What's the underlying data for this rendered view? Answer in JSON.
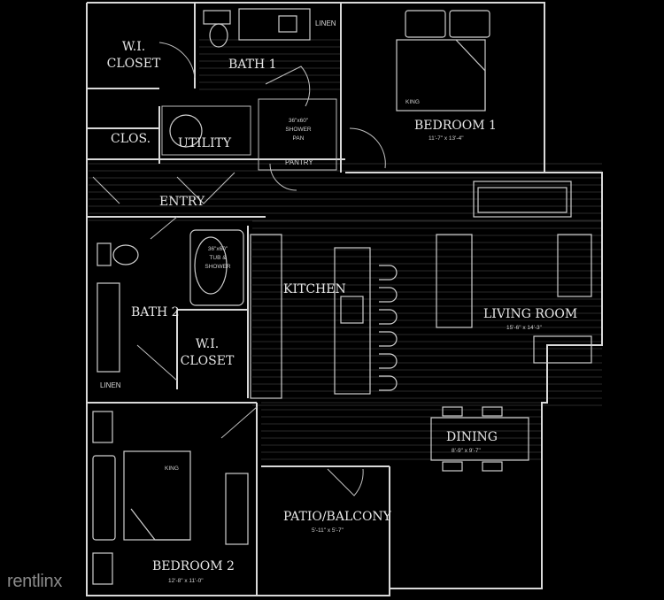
{
  "rooms": {
    "wi_closet_1": [
      "W.I.",
      "CLOSET"
    ],
    "bath_1": "BATH 1",
    "linen_1": "LINEN",
    "bedroom_1": {
      "name": "BEDROOM 1",
      "dims": "11'-7\" x 13'-4\""
    },
    "bed_1": "KING",
    "clos": "CLOS.",
    "utility": "UTILITY",
    "shower_1": [
      "36\"x60\"",
      "SHOWER",
      "PAN"
    ],
    "pantry": "PANTRY",
    "entry": "ENTRY",
    "tub_2": [
      "36\"x60\"",
      "TUB &",
      "SHOWER"
    ],
    "kitchen": "KITCHEN",
    "bath_2": "BATH 2",
    "wi_closet_2": [
      "W.I.",
      "CLOSET"
    ],
    "linen_2": "LINEN",
    "living_room": {
      "name": "LIVING ROOM",
      "dims": "15'-6\" x 14'-3\""
    },
    "dining": {
      "name": "DINING",
      "dims": "8'-9\" x 9'-7\""
    },
    "bed_2": "KING",
    "patio": {
      "name": "PATIO/BALCONY",
      "dims": "5'-11\" x 5'-7\""
    },
    "bedroom_2": {
      "name": "BEDROOM 2",
      "dims": "12'-8\" x 11'-0\""
    }
  },
  "watermark": "rentlinx"
}
